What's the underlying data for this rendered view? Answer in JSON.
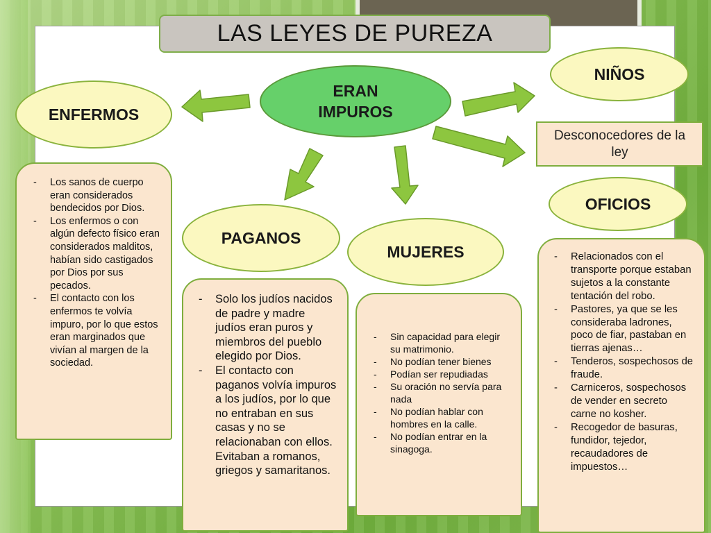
{
  "title": "LAS LEYES DE PUREZA",
  "center": {
    "line1": "ERAN",
    "line2": "IMPUROS"
  },
  "groups": {
    "enfermos": {
      "label": "ENFERMOS",
      "items": [
        "Los sanos de cuerpo eran considerados bendecidos por Dios.",
        "Los enfermos o con algún defecto físico eran considerados malditos, habían sido castigados por Dios por sus pecados.",
        "El contacto con los enfermos te volvía impuro, por lo que estos eran marginados que vivían al margen de la sociedad."
      ]
    },
    "paganos": {
      "label": "PAGANOS",
      "items": [
        "Solo los judíos nacidos de padre y madre judíos eran puros y miembros del pueblo elegido por Dios.",
        "El contacto con paganos volvía impuros a los judíos, por lo que no entraban en sus casas y no se relacionaban con ellos. Evitaban a romanos, griegos y samaritanos."
      ]
    },
    "mujeres": {
      "label": "MUJERES",
      "items": [
        "Sin capacidad para elegir su matrimonio.",
        "No podían tener bienes",
        "Podían ser repudiadas",
        "Su oración no servía para nada",
        "No podían hablar con hombres en la calle.",
        "No podían entrar en la sinagoga."
      ]
    },
    "ninos": {
      "label": "NIÑOS",
      "description": "Desconocedores de la ley"
    },
    "oficios": {
      "label": "OFICIOS",
      "items": [
        "Relacionados con el transporte porque estaban sujetos a la constante tentación del robo.",
        "Pastores, ya que se les consideraba ladrones, poco de fiar, pastaban en tierras ajenas…",
        "Tenderos, sospechosos de fraude.",
        "Carniceros, sospechosos de vender en secreto carne no kosher.",
        "Recogedor de basuras, fundidor, tejedor, recaudadores de impuestos…"
      ]
    }
  },
  "colors": {
    "arrow": "#8dc63f",
    "arrow_border": "#6a9a2a",
    "center_fill": "#66d06a",
    "node_fill": "#fbf8c0",
    "card_fill": "#fbe6cf"
  }
}
